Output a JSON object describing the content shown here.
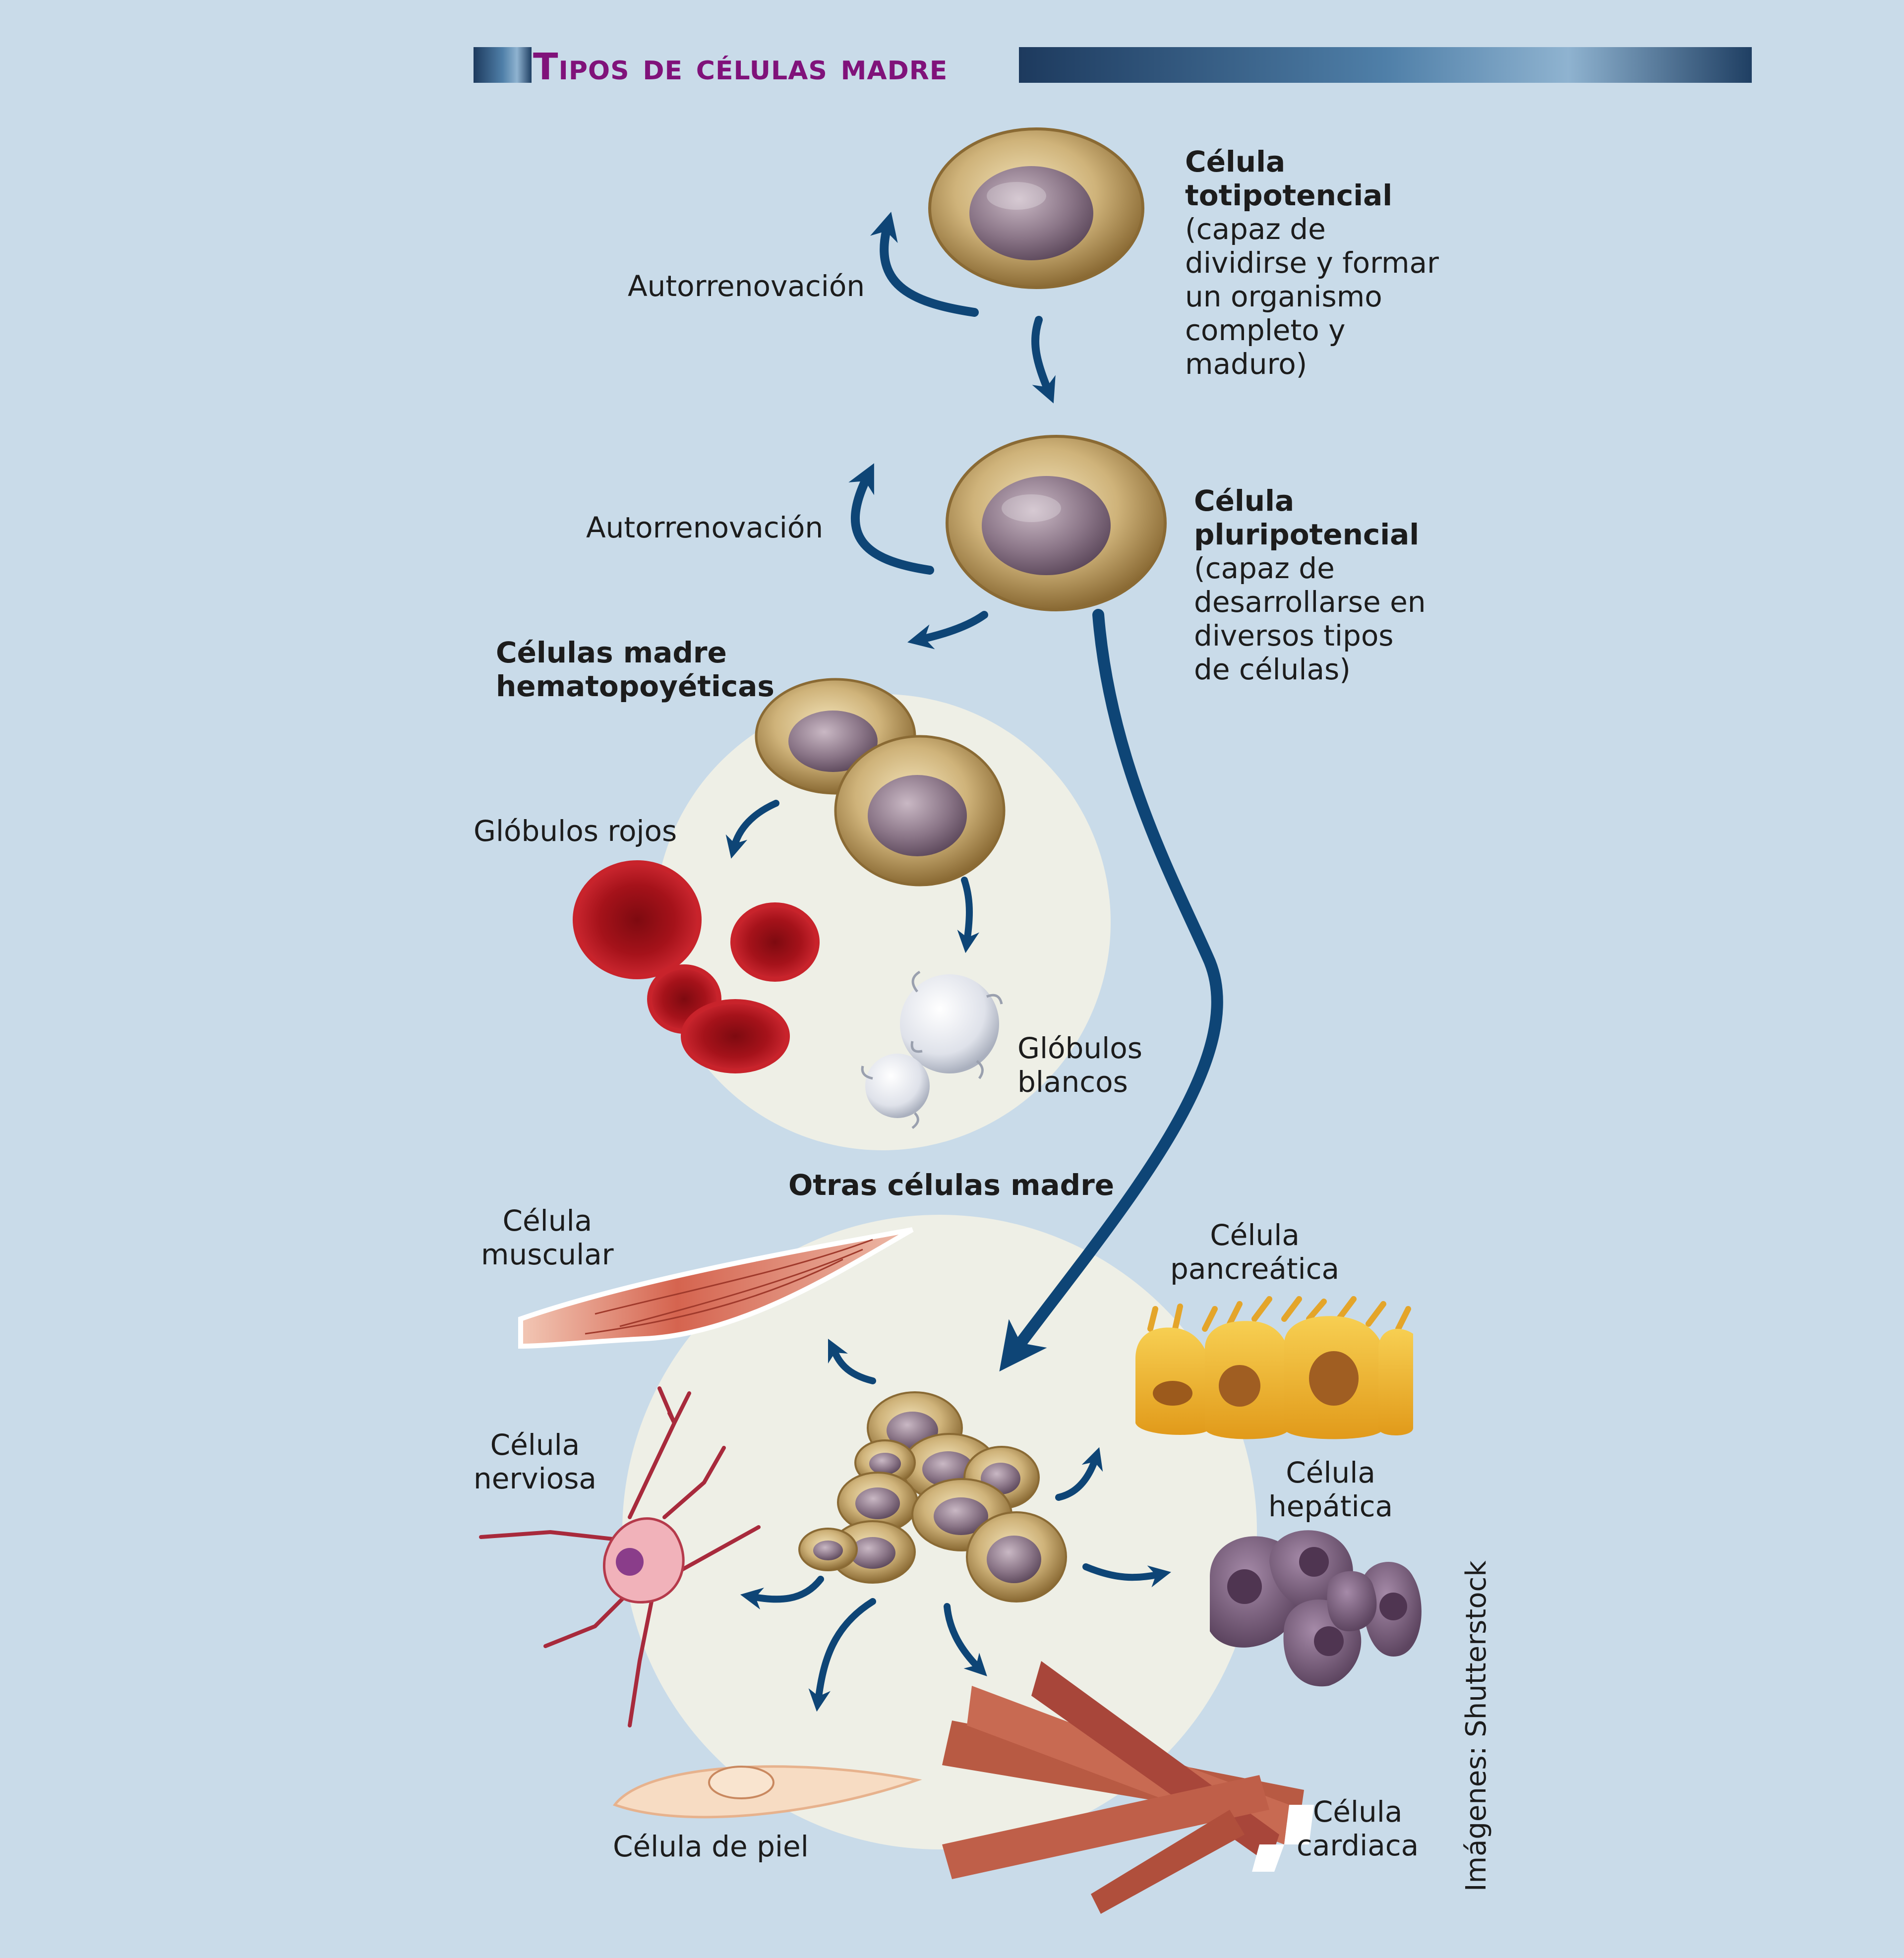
{
  "title": "Tipos de células madre",
  "credit": "Imágenes: Shutterstock",
  "self_renewal": "Autorrenovación",
  "totipotent": {
    "name_line1": "Célula",
    "name_line2": "totipotencial",
    "desc": [
      "(capaz de",
      "dividirse y formar",
      "un organismo",
      "completo y",
      "maduro)"
    ]
  },
  "pluripotent": {
    "name_line1": "Célula",
    "name_line2": "pluripotencial",
    "desc": [
      "(capaz de",
      "desarrollarse en",
      "diversos tipos",
      "de células)"
    ]
  },
  "hematopoietic": {
    "label_line1": "Células madre",
    "label_line2": "hematopoyéticas",
    "red": "Glóbulos rojos",
    "white_line1": "Glóbulos",
    "white_line2": "blancos"
  },
  "other": {
    "label": "Otras células madre",
    "muscle": [
      "Célula",
      "muscular"
    ],
    "nerve": [
      "Célula",
      "nerviosa"
    ],
    "skin": "Célula de piel",
    "cardiac": [
      "Célula",
      "cardiaca"
    ],
    "pancreatic": [
      "Célula",
      "pancreática"
    ],
    "hepatic": [
      "Célula",
      "hepática"
    ]
  },
  "colors": {
    "background": "#c9dbe9",
    "title": "#80127a",
    "arrow": "#0e4576",
    "circle": "#eeefe6",
    "cell_outer": "#c8aa6c",
    "nucleus": "#7b6978",
    "red_cell": "#b3141d"
  }
}
